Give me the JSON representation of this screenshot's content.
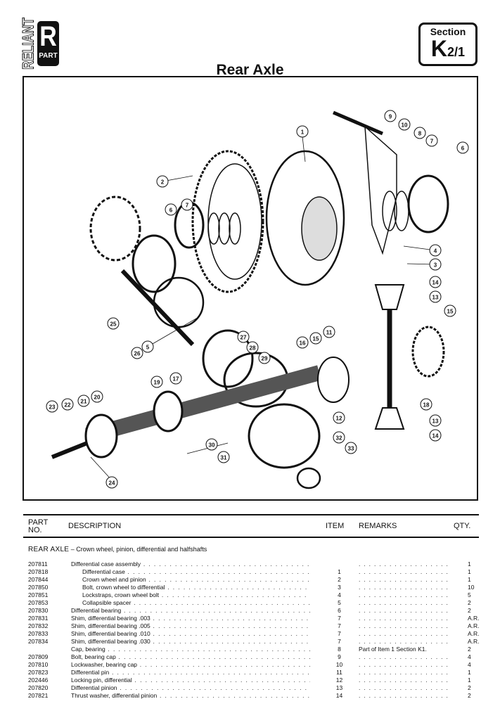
{
  "logo": {
    "brand": "RELIANT",
    "letter": "R",
    "sub": "PART"
  },
  "title": "Rear Axle",
  "section": {
    "label": "Section",
    "letter": "K",
    "number": "2/1"
  },
  "diagram": {
    "callouts": [
      "1",
      "2",
      "3",
      "4",
      "5",
      "6",
      "6",
      "7",
      "7",
      "8",
      "9",
      "10",
      "11",
      "12",
      "13",
      "13",
      "14",
      "14",
      "15",
      "15",
      "16",
      "17",
      "18",
      "19",
      "20",
      "21",
      "22",
      "23",
      "24",
      "25",
      "26",
      "27",
      "28",
      "29",
      "30",
      "31",
      "32",
      "33"
    ]
  },
  "table": {
    "headers": {
      "part_no": "PART NO.",
      "description": "DESCRIPTION",
      "item": "ITEM",
      "remarks": "REMARKS",
      "qty": "QTY."
    },
    "group_title": "REAR AXLE",
    "group_subtitle": " – Crown wheel, pinion, differential and halfshafts",
    "rows": [
      {
        "part": "207811",
        "desc": "Differential case assembly",
        "indent": false,
        "item": "",
        "remarks": "",
        "qty": "1"
      },
      {
        "part": "207818",
        "desc": "Differential case",
        "indent": true,
        "item": "1",
        "remarks": "",
        "qty": "1"
      },
      {
        "part": "207844",
        "desc": "Crown wheel and pinion",
        "indent": true,
        "item": "2",
        "remarks": "",
        "qty": "1"
      },
      {
        "part": "207850",
        "desc": "Bolt, crown wheel to differential",
        "indent": true,
        "item": "3",
        "remarks": "",
        "qty": "10"
      },
      {
        "part": "207851",
        "desc": "Lockstraps, crown wheel bolt",
        "indent": true,
        "item": "4",
        "remarks": "",
        "qty": "5"
      },
      {
        "part": "207853",
        "desc": "Collapsible spacer",
        "indent": true,
        "item": "5",
        "remarks": "",
        "qty": "2"
      },
      {
        "part": "207830",
        "desc": "Differential bearing",
        "indent": false,
        "item": "6",
        "remarks": "",
        "qty": "2"
      },
      {
        "part": "207831",
        "desc": "Shim, differential bearing .003",
        "indent": false,
        "item": "7",
        "remarks": "",
        "qty": "A.R."
      },
      {
        "part": "207832",
        "desc": "Shim, differential bearing .005",
        "indent": false,
        "item": "7",
        "remarks": "",
        "qty": "A.R."
      },
      {
        "part": "207833",
        "desc": "Shim, differential bearing .010",
        "indent": false,
        "item": "7",
        "remarks": "",
        "qty": "A.R."
      },
      {
        "part": "207834",
        "desc": "Shim, differential bearing .030",
        "indent": false,
        "item": "7",
        "remarks": "",
        "qty": "A.R."
      },
      {
        "part": "",
        "desc": "Cap, bearing",
        "indent": false,
        "item": "8",
        "remarks": "Part of Item 1 Section K1.",
        "qty": "2"
      },
      {
        "part": "207809",
        "desc": "Bolt, bearing cap",
        "indent": false,
        "item": "9",
        "remarks": "",
        "qty": "4"
      },
      {
        "part": "207810",
        "desc": "Lockwasher, bearing cap",
        "indent": false,
        "item": "10",
        "remarks": "",
        "qty": "4"
      },
      {
        "part": "207823",
        "desc": "Differential pin",
        "indent": false,
        "item": "11",
        "remarks": "",
        "qty": "1"
      },
      {
        "part": "202446",
        "desc": "Locking pin, differential",
        "indent": false,
        "item": "12",
        "remarks": "",
        "qty": "1"
      },
      {
        "part": "207820",
        "desc": "Differential pinion",
        "indent": false,
        "item": "13",
        "remarks": "",
        "qty": "2"
      },
      {
        "part": "207821",
        "desc": "Thrust washer, differential pinion",
        "indent": false,
        "item": "14",
        "remarks": "",
        "qty": "2"
      }
    ]
  }
}
